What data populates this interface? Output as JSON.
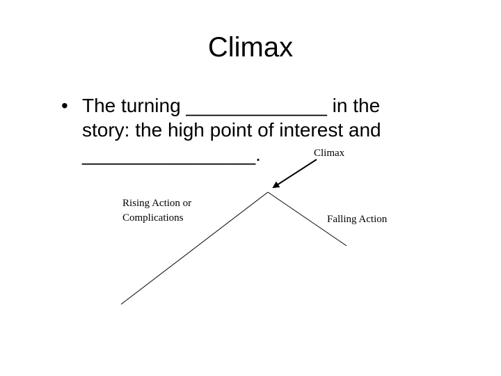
{
  "slide": {
    "title": "Climax",
    "bullet": {
      "symbol": "•",
      "text": "The turning _____________ in the\nstory: the high point of interest and\n________________."
    },
    "diagram": {
      "climax_label": "Climax",
      "rising_label": "Rising Action or\nComplications",
      "falling_label": "Falling Action"
    }
  }
}
